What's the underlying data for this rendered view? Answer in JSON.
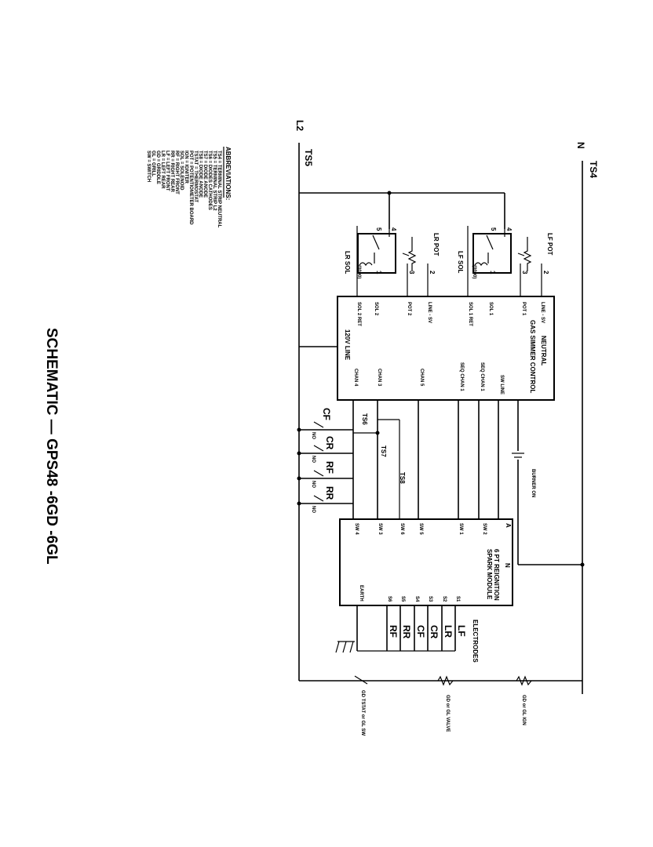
{
  "title": "SCHEMATIC — GPS48 -6GD -6GL",
  "abbreviations": {
    "heading": "ABBREVIATIONS:",
    "items": [
      "TS4 = TERMINAL STRIP NEUTRAL",
      "TS5 = TERMINAL STRIP L2",
      "TS6 = DIODES CATHODES",
      "TS7 = DIODE ANODE",
      "TS8 = DIODE ANODE",
      "TSTAT = THERMOSTAT",
      "POT = POTENTIOMETER BOARD",
      "IGN = IGNITER",
      "SOL = SOLENOID",
      "RF = RIGHT FRONT",
      "RR = RIGHT REAR",
      "LF = LEFT FRONT",
      "LR = LEFT REAR",
      "GD = GRIDDLE",
      "GL = GRILL",
      "SW = SWITCH"
    ]
  },
  "lines": {
    "neutral": "N",
    "l2": "L2",
    "ts4": "TS4",
    "ts5": "TS5"
  },
  "lf_pot": {
    "title": "LF POT",
    "sol": "LF SOL",
    "coil": "(0000)",
    "pins": [
      "2",
      "3",
      "1",
      "5",
      "4"
    ]
  },
  "lr_pot": {
    "title": "LR POT",
    "sol": "LR SOL",
    "coil": "(0000)",
    "pins": [
      "2",
      "3",
      "1",
      "5",
      "4"
    ]
  },
  "simmer": {
    "title": "GAS SIMMER CONTROL",
    "neutral": "NEUTRAL",
    "line_pins": [
      "LINE - SV",
      "POT 1",
      "SOL 1",
      "SOL 1 RET",
      "LINE - SV",
      "POT 2",
      "SOL 2",
      "SOL 2 RET",
      "120V LINE"
    ],
    "chan_pins": [
      "SW LINE",
      "SEQ CHAN 1",
      "SEQ CHAN 1",
      "CHAN 5",
      "CHAN 3",
      "CHAN 4"
    ]
  },
  "burner_on": "BURNER ON",
  "switches": [
    "CF",
    "CR",
    "RF",
    "RR"
  ],
  "no_label": "NO",
  "terminals": [
    "TS6",
    "TS7",
    "TS8"
  ],
  "spark": {
    "title": "6 PT REIGNITION",
    "subtitle": "SPARK MODULE",
    "pin_n": "N",
    "pin_a": "A",
    "sw_pins": [
      "SW 2",
      "SW 1",
      "SW 5",
      "SW 6",
      "SW 3",
      "SW 4"
    ],
    "s_pins": [
      "S1",
      "S2",
      "S3",
      "S4",
      "S5",
      "S6"
    ],
    "earth": "EARTH"
  },
  "electrodes": {
    "title": "ELECTRODES",
    "labels": [
      "LF",
      "LR",
      "CR",
      "CF",
      "RR",
      "RF"
    ]
  },
  "loads": [
    "GD or GL IGN",
    "GD or GL VALVE",
    "GD TSTAT or GL SW"
  ]
}
